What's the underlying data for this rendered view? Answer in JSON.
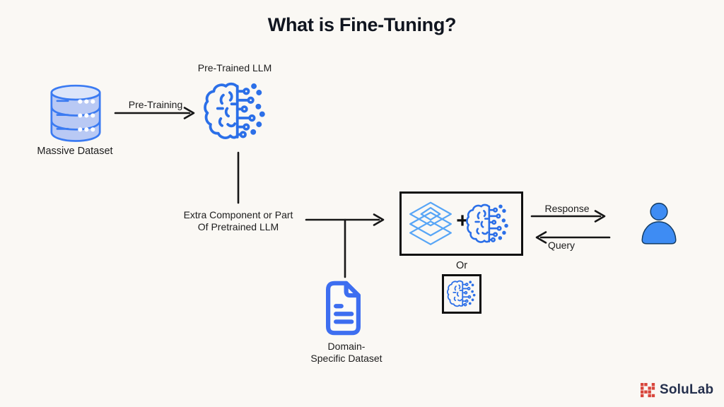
{
  "title": "What is Fine-Tuning?",
  "labels": {
    "massive_dataset": "Massive Dataset",
    "pre_training": "Pre-Training",
    "pretrained_llm": "Pre-Trained LLM",
    "extra_component": "Extra Component or Part\nOf Pretrained LLM",
    "plus": "+",
    "or": "Or",
    "response": "Response",
    "query": "Query",
    "domain_dataset": "Domain-\nSpecific Dataset"
  },
  "logo": {
    "name": "SoluLab"
  },
  "icons": {
    "database": "database-icon",
    "ai_brain": "ai-brain-circuit-icon",
    "layers": "layers-icon",
    "document": "document-icon",
    "person": "user-icon",
    "logo_mark": "solulab-pixel-logo-icon"
  },
  "colors": {
    "background": "#FAF8F4",
    "text": "#1C1C1C",
    "line": "#161616",
    "brain_blue": "#2B6FE8",
    "layers_blue": "#57A5F6",
    "database_stroke": "#3B7BF2",
    "database_fill": "#B9C9F4",
    "document_blue": "#3D6EF0",
    "person_fill": "#3E8CF3",
    "logo_red": "#D8453B",
    "logo_navy": "#25304D"
  }
}
